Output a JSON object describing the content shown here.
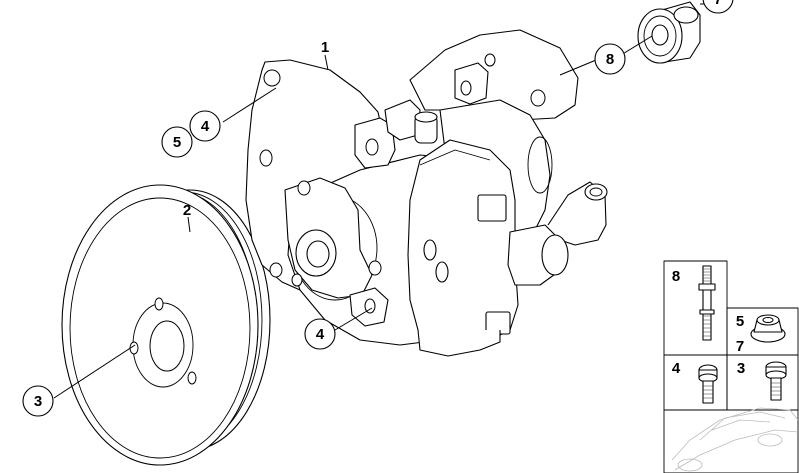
{
  "callouts": [
    {
      "id": "c1",
      "label": "1"
    },
    {
      "id": "c2",
      "label": "2"
    },
    {
      "id": "c3",
      "label": "3"
    },
    {
      "id": "c4a",
      "label": "4"
    },
    {
      "id": "c4b",
      "label": "4"
    },
    {
      "id": "c5",
      "label": "5"
    },
    {
      "id": "c7",
      "label": "7"
    },
    {
      "id": "c8",
      "label": "8"
    }
  ],
  "legend": {
    "cells": [
      {
        "label": "8"
      },
      {
        "label": "5"
      },
      {
        "label": "7"
      },
      {
        "label": "4"
      },
      {
        "label": "3"
      }
    ]
  }
}
